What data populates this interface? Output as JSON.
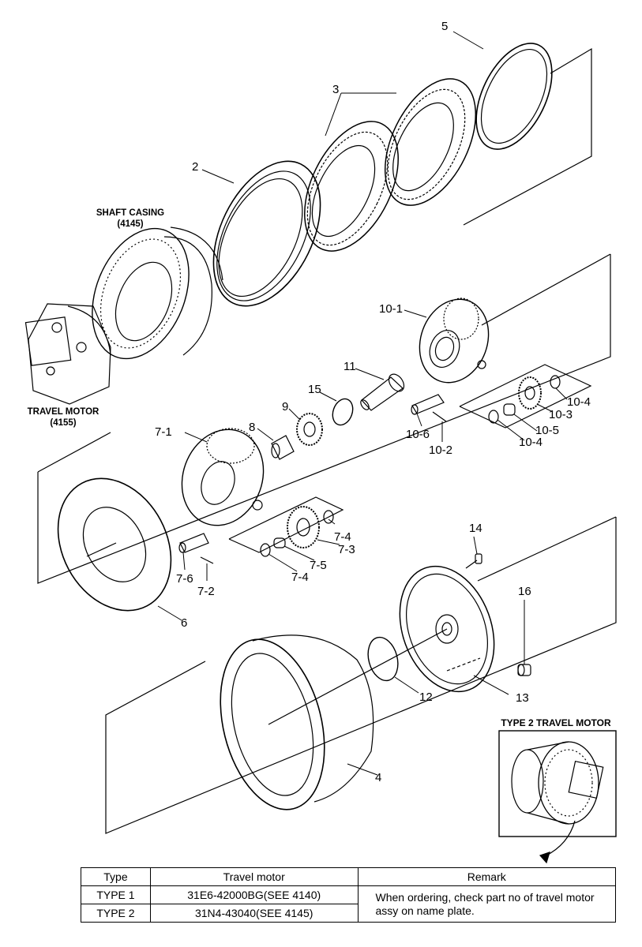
{
  "callouts": {
    "p2": "2",
    "p3": "3",
    "p4": "4",
    "p5": "5",
    "p6": "6",
    "p7_1": "7-1",
    "p7_2": "7-2",
    "p7_3": "7-3",
    "p7_4a": "7-4",
    "p7_4b": "7-4",
    "p7_5": "7-5",
    "p7_6": "7-6",
    "p8": "8",
    "p9": "9",
    "p10_1": "10-1",
    "p10_2": "10-2",
    "p10_3": "10-3",
    "p10_4a": "10-4",
    "p10_4b": "10-4",
    "p10_5": "10-5",
    "p10_6": "10-6",
    "p11": "11",
    "p12": "12",
    "p13": "13",
    "p14": "14",
    "p15": "15",
    "p16": "16"
  },
  "captions": {
    "shaft_casing": "SHAFT CASING",
    "shaft_casing_ref": "(4145)",
    "travel_motor": "TRAVEL MOTOR",
    "travel_motor_ref": "(4155)",
    "type2_motor": "TYPE 2 TRAVEL MOTOR"
  },
  "table": {
    "headers": [
      "Type",
      "Travel motor",
      "Remark"
    ],
    "rows": [
      {
        "type": "TYPE 1",
        "motor": "31E6-42000BG(SEE 4140)"
      },
      {
        "type": "TYPE 2",
        "motor": "31N4-43040(SEE 4145)"
      }
    ],
    "remark": "When ordering, check part no of travel motor assy on name plate."
  }
}
